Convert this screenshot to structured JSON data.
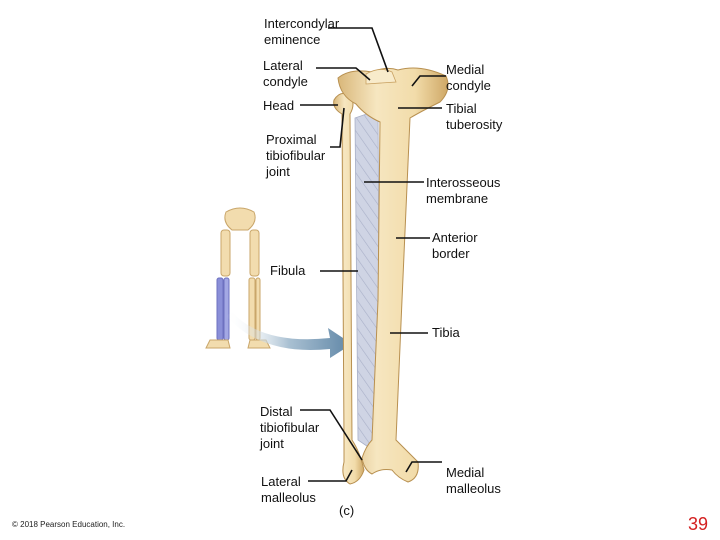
{
  "labels": {
    "intercondylar_eminence": "Intercondylar\neminence",
    "lateral_condyle": "Lateral\ncondyle",
    "medial_condyle": "Medial\ncondyle",
    "head": "Head",
    "tibial_tuberosity": "Tibial\ntuberosity",
    "proximal_tibiofibular_joint": "Proximal\ntibiofibular\njoint",
    "interosseous_membrane": "Interosseous\nmembrane",
    "anterior_border": "Anterior\nborder",
    "fibula": "Fibula",
    "tibia": "Tibia",
    "distal_tibiofibular_joint": "Distal\ntibiofibular\njoint",
    "lateral_malleolus": "Lateral\nmalleolus",
    "medial_malleolus": "Medial\nmalleolus"
  },
  "panel_label": "(c)",
  "copyright": "© 2018 Pearson Education, Inc.",
  "page_number": "39",
  "colors": {
    "bone": "#f1dcae",
    "bone_shadow": "#d8b87c",
    "membrane": "#c8cede",
    "highlight_bone": "#8a8fd8",
    "arrow": "#7f9fba",
    "page_number": "#d42020"
  }
}
